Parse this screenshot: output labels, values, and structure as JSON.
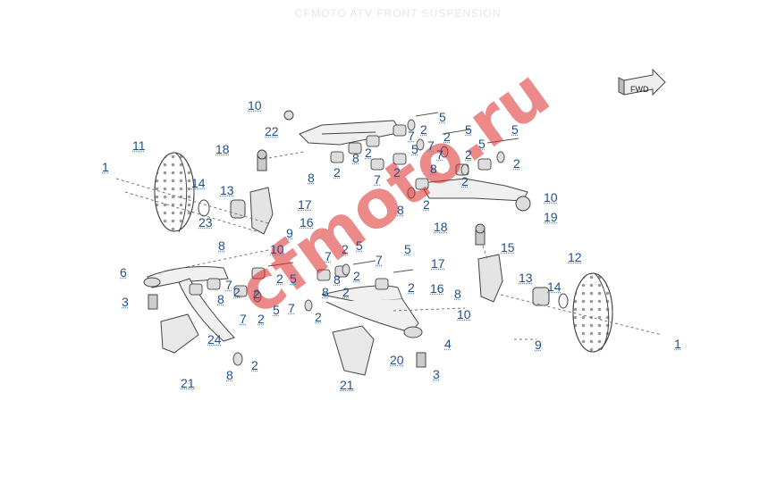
{
  "header_text": "CFMOTO ATV FRONT SUSPENSION",
  "watermark": "cfmoto.ru",
  "fwd_label": "FWD",
  "callouts": [
    {
      "id": "c1",
      "label": "1"
    },
    {
      "id": "c2",
      "label": "11"
    },
    {
      "id": "c3",
      "label": "14"
    },
    {
      "id": "c4",
      "label": "13"
    },
    {
      "id": "c5",
      "label": "18"
    },
    {
      "id": "c6",
      "label": "10"
    },
    {
      "id": "c7",
      "label": "22"
    },
    {
      "id": "c8",
      "label": "17"
    },
    {
      "id": "c9",
      "label": "16"
    },
    {
      "id": "c10",
      "label": "23"
    },
    {
      "id": "c11",
      "label": "9"
    },
    {
      "id": "c12",
      "label": "8"
    },
    {
      "id": "c13",
      "label": "10"
    },
    {
      "id": "c14",
      "label": "8"
    },
    {
      "id": "c15",
      "label": "2"
    },
    {
      "id": "c16",
      "label": "8"
    },
    {
      "id": "c17",
      "label": "7"
    },
    {
      "id": "c18",
      "label": "2"
    },
    {
      "id": "c19",
      "label": "5"
    },
    {
      "id": "c20",
      "label": "2"
    },
    {
      "id": "c21",
      "label": "7"
    },
    {
      "id": "c22",
      "label": "7"
    },
    {
      "id": "c23",
      "label": "5"
    },
    {
      "id": "c24",
      "label": "2"
    },
    {
      "id": "c25",
      "label": "7"
    },
    {
      "id": "c26",
      "label": "2"
    },
    {
      "id": "c27",
      "label": "5"
    },
    {
      "id": "c28",
      "label": "2"
    },
    {
      "id": "c29",
      "label": "8"
    },
    {
      "id": "c30",
      "label": "5"
    },
    {
      "id": "c31",
      "label": "5"
    },
    {
      "id": "c32",
      "label": "2"
    },
    {
      "id": "c33",
      "label": "2"
    },
    {
      "id": "c34",
      "label": "8"
    },
    {
      "id": "c35",
      "label": "2"
    },
    {
      "id": "c36",
      "label": "10"
    },
    {
      "id": "c37",
      "label": "19"
    },
    {
      "id": "c38",
      "label": "18"
    },
    {
      "id": "c39",
      "label": "15"
    },
    {
      "id": "c40",
      "label": "17"
    },
    {
      "id": "c41",
      "label": "16"
    },
    {
      "id": "c42",
      "label": "8"
    },
    {
      "id": "c43",
      "label": "13"
    },
    {
      "id": "c44",
      "label": "14"
    },
    {
      "id": "c45",
      "label": "12"
    },
    {
      "id": "c46",
      "label": "10"
    },
    {
      "id": "c47",
      "label": "9"
    },
    {
      "id": "c48",
      "label": "1"
    },
    {
      "id": "c49",
      "label": "6"
    },
    {
      "id": "c50",
      "label": "3"
    },
    {
      "id": "c51",
      "label": "8"
    },
    {
      "id": "c52",
      "label": "7"
    },
    {
      "id": "c53",
      "label": "2"
    },
    {
      "id": "c54",
      "label": "2"
    },
    {
      "id": "c55",
      "label": "7"
    },
    {
      "id": "c56",
      "label": "2"
    },
    {
      "id": "c57",
      "label": "5"
    },
    {
      "id": "c58",
      "label": "5"
    },
    {
      "id": "c59",
      "label": "2"
    },
    {
      "id": "c60",
      "label": "7"
    },
    {
      "id": "c61",
      "label": "2"
    },
    {
      "id": "c62",
      "label": "5"
    },
    {
      "id": "c63",
      "label": "7"
    },
    {
      "id": "c64",
      "label": "8"
    },
    {
      "id": "c65",
      "label": "2"
    },
    {
      "id": "c66",
      "label": "7"
    },
    {
      "id": "c67",
      "label": "2"
    },
    {
      "id": "c68",
      "label": "8"
    },
    {
      "id": "c69",
      "label": "2"
    },
    {
      "id": "c70",
      "label": "5"
    },
    {
      "id": "c71",
      "label": "2"
    },
    {
      "id": "c72",
      "label": "4"
    },
    {
      "id": "c73",
      "label": "24"
    },
    {
      "id": "c74",
      "label": "8"
    },
    {
      "id": "c75",
      "label": "2"
    },
    {
      "id": "c76",
      "label": "21"
    },
    {
      "id": "c77",
      "label": "20"
    },
    {
      "id": "c78",
      "label": "3"
    },
    {
      "id": "c79",
      "label": "21"
    }
  ]
}
